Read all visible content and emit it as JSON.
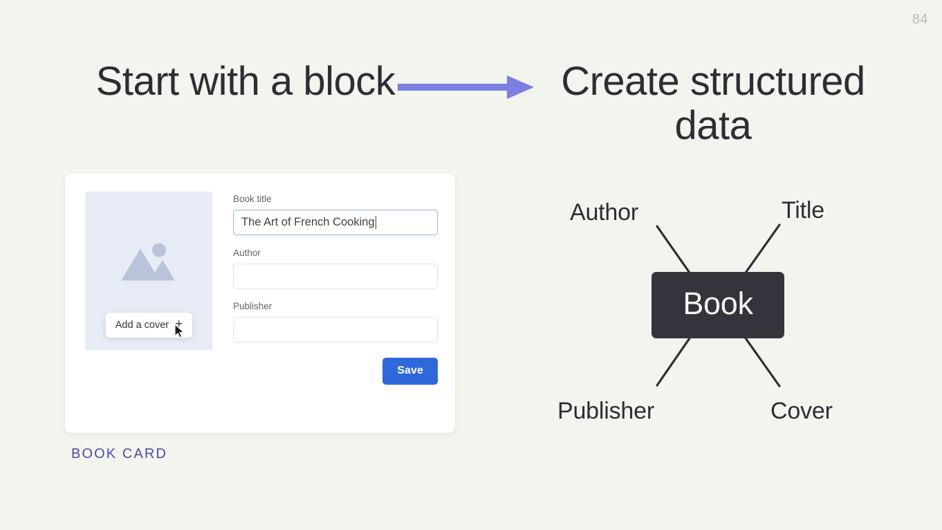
{
  "slide": {
    "page_number": "84",
    "background_color": "#f2f4ee",
    "text_color": "#2e2d33"
  },
  "headings": {
    "left": "Start with a block",
    "right": "Create structured data"
  },
  "arrow": {
    "icon": "arrow-right-icon",
    "color": "#7b7fe0"
  },
  "card": {
    "caption": "BOOK CARD",
    "caption_color": "#4e4aa8",
    "cover": {
      "icon": "image-placeholder-icon",
      "background_color": "#e6ebf6",
      "icon_color": "#b9c4da",
      "chip_label": "Add a cover",
      "chip_plus": "+",
      "cursor_icon": "mouse-pointer-icon"
    },
    "fields": [
      {
        "label": "Book title",
        "value": "The Art of French Cooking",
        "placeholder": "",
        "focused": true
      },
      {
        "label": "Author",
        "value": "",
        "placeholder": "",
        "focused": false
      },
      {
        "label": "Publisher",
        "value": "",
        "placeholder": "",
        "focused": false
      }
    ],
    "save_label": "Save",
    "save_color": "#2f68d8"
  },
  "diagram": {
    "center_node": "Book",
    "center_node_color": "#35333c",
    "center_node_text_color": "#f5f5f2",
    "nodes": [
      {
        "label": "Author",
        "position": "top-left"
      },
      {
        "label": "Title",
        "position": "top-right"
      },
      {
        "label": "Publisher",
        "position": "bottom-left"
      },
      {
        "label": "Cover",
        "position": "bottom-right"
      }
    ],
    "edge_color": "#2e2d33"
  }
}
